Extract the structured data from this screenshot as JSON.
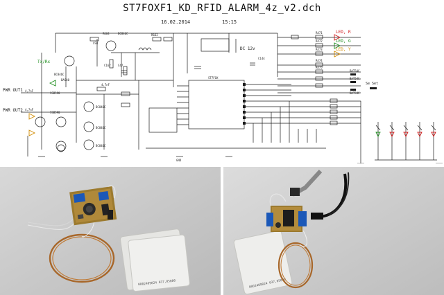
{
  "header": {
    "title": "ST7FOXF1_KD_RFID_ALARM_4z_v2.dch",
    "date": "16.02.2014",
    "time": "15:15"
  },
  "schematic": {
    "net_labels": {
      "txrx": "Tx/Rx",
      "pwr_out1": "PWR OUT1",
      "pwr_out2": "PWR OUT2",
      "led_red": "LED, R",
      "led_green": "LED, G",
      "led_yellow": "LED, Y",
      "dc_12v": "DC 12v",
      "setup": "Se Set",
      "cap_4n7a": "4,7nF",
      "cap_4n7b": "4,7nF",
      "cap_4n7c": "4,7nF"
    },
    "part_labels": {
      "q_bc846c_1": "BC846C",
      "q_bc846c_2": "BC846C",
      "q_bc846c_3": "BC846C",
      "q_bc846c_4": "BC846C",
      "q_bc846c_5": "BC846C",
      "q_bas40": "BAS40",
      "q_bat54c_1": "BAT54C",
      "q_bat54c_2": "BAT54C",
      "q_bat54c_3": "BAT54C",
      "q_ssb590": "SSB590",
      "q_ssb590b": "SSB590",
      "r_r662": "R662",
      "r_r664": "R664",
      "r_r471": "R471",
      "r_r472": "R472",
      "r_r473": "R473",
      "r_r474": "R474",
      "r_r475": "R475",
      "c_c94": "C94",
      "c_c144": "C144",
      "c_c162": "C162",
      "c_c47": "C47",
      "mcu": "ST7FOX",
      "gnd": "GND"
    },
    "colors": {
      "wire": "#1a1a1a",
      "led_red": "#d01818",
      "led_green": "#1a8c1a",
      "led_yellow": "#d08a00"
    }
  },
  "photos": {
    "left": {
      "subject": "assembled-pcb-with-antenna-coil-and-rfid-cards"
    },
    "right": {
      "subject": "assembled-pcb-with-connectors-coil-and-rfid-card"
    },
    "card_left_text": "0002409824 037,05800",
    "card_right_text": "0002409824 037,05800"
  }
}
